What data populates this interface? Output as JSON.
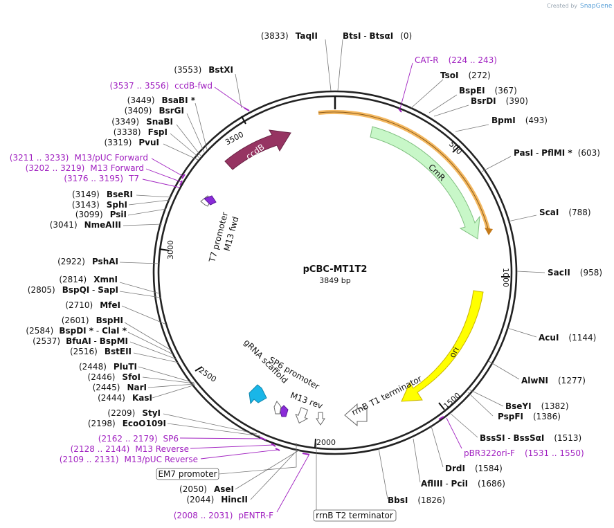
{
  "header": {
    "created_by": "Created by",
    "brand": "SnapGene"
  },
  "plasmid": {
    "name": "pCBC-MT1T2",
    "length": "3849 bp"
  },
  "ticks": [
    "500",
    "1000",
    "1500",
    "2000",
    "2500",
    "3000",
    "3500"
  ],
  "features": {
    "ccdb": "ccdB",
    "cmr": "CmR",
    "ori": "ori",
    "t7_promoter": "T7 promoter",
    "m13_fwd": "M13 fwd",
    "rrnb_t1": "rrnB T1 terminator",
    "m13_rev": "M13 rev",
    "sp6_promoter": "SP6 promoter",
    "grna_scaffold": "gRNA scaffold",
    "em7_promoter": "EM7 promoter",
    "rrnb_t2": "rrnB T2 terminator"
  },
  "right_sites": [
    {
      "name": "BtsI",
      "sep": " - ",
      "name2": "BtsαI",
      "pos": "(0)"
    },
    {
      "name": "TsoI",
      "pos": "(272)"
    },
    {
      "name": "BspEI",
      "pos": "(367)"
    },
    {
      "name": "BsrDI",
      "pos": "(390)"
    },
    {
      "name": "BpmI",
      "pos": "(493)"
    },
    {
      "name": "PasI",
      "sep": " - ",
      "name2": "PflMI *",
      "pos": "(603)"
    },
    {
      "name": "ScaI",
      "pos": "(788)"
    },
    {
      "name": "SacII",
      "pos": "(958)"
    },
    {
      "name": "AcuI",
      "pos": "(1144)"
    },
    {
      "name": "AlwNI",
      "pos": "(1277)"
    },
    {
      "name": "BseYI",
      "pos": "(1382)"
    },
    {
      "name": "PspFI",
      "pos": "(1386)"
    },
    {
      "name": "BssSI",
      "sep": " - ",
      "name2": "BssSαI",
      "pos": "(1513)"
    },
    {
      "name": "DrdI",
      "pos": "(1584)"
    },
    {
      "name": "AflIII",
      "sep": " - ",
      "name2": "PciI",
      "pos": "(1686)"
    },
    {
      "name": "BbsI",
      "pos": "(1826)"
    }
  ],
  "left_sites": [
    {
      "name": "TaqII",
      "pos": "(3833)"
    },
    {
      "name": "BstXI",
      "pos": "(3553)"
    },
    {
      "name": "BsaBI *",
      "pos": "(3449)"
    },
    {
      "name": "BsrGI",
      "pos": "(3409)"
    },
    {
      "name": "SnaBI",
      "pos": "(3349)"
    },
    {
      "name": "FspI",
      "pos": "(3338)"
    },
    {
      "name": "PvuI",
      "pos": "(3319)"
    },
    {
      "name": "BseRI",
      "pos": "(3149)"
    },
    {
      "name": "SphI",
      "pos": "(3143)"
    },
    {
      "name": "PsiI",
      "pos": "(3099)"
    },
    {
      "name": "NmeAIII",
      "pos": "(3041)"
    },
    {
      "name": "PshAI",
      "pos": "(2922)"
    },
    {
      "name": "XmnI",
      "pos": "(2814)"
    },
    {
      "name": "BspQI",
      "sep": " - ",
      "name2": "SapI",
      "pos": "(2805)"
    },
    {
      "name": "MfeI",
      "pos": "(2710)"
    },
    {
      "name": "BspHI",
      "pos": "(2601)"
    },
    {
      "name": "BspDI *",
      "sep": " - ",
      "name2": "ClaI *",
      "pos": "(2584)"
    },
    {
      "name": "BfuAI",
      "sep": " - ",
      "name2": "BspMI",
      "pos": "(2537)"
    },
    {
      "name": "BstEII",
      "pos": "(2516)"
    },
    {
      "name": "PluTI",
      "pos": "(2448)"
    },
    {
      "name": "SfoI",
      "pos": "(2446)"
    },
    {
      "name": "NarI",
      "pos": "(2445)"
    },
    {
      "name": "KasI",
      "pos": "(2444)"
    },
    {
      "name": "StyI",
      "pos": "(2209)"
    },
    {
      "name": "EcoO109I",
      "pos": "(2198)"
    },
    {
      "name": "AseI",
      "pos": "(2050)"
    },
    {
      "name": "HincII",
      "pos": "(2044)"
    }
  ],
  "primers": [
    {
      "name": "CAT-R",
      "range": "(224 .. 243)"
    },
    {
      "name": "ccdB-fwd",
      "range": "(3537 .. 3556)"
    },
    {
      "name": "M13/pUC Forward",
      "range": "(3211 .. 3233)"
    },
    {
      "name": "M13 Forward",
      "range": "(3202 .. 3219)"
    },
    {
      "name": "T7",
      "range": "(3176 .. 3195)"
    },
    {
      "name": "pBR322ori-F",
      "range": "(1531 .. 1550)"
    },
    {
      "name": "SP6",
      "range": "(2162 .. 2179)"
    },
    {
      "name": "M13 Reverse",
      "range": "(2128 .. 2144)"
    },
    {
      "name": "M13/pUC Reverse",
      "range": "(2109 .. 2131)"
    },
    {
      "name": "pENTR-F",
      "range": "(2008 .. 2031)"
    }
  ],
  "colors": {
    "ccdb": "#963462",
    "cmr": "#c8f7c8",
    "cmr_stroke": "#7fbf7f",
    "ori": "#ffff00",
    "ori_stroke": "#c9b400",
    "orange_primer": "#f4b860",
    "grna": "#19b6e8",
    "primer_purple": "#a020c0"
  }
}
